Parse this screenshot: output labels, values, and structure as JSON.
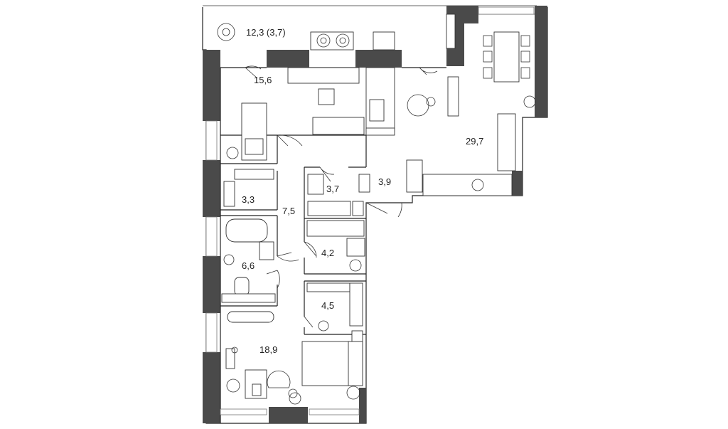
{
  "plan": {
    "rooms": [
      {
        "id": "balcony",
        "label": "12,3 (3,7)"
      },
      {
        "id": "bedroom-left",
        "label": "15,6"
      },
      {
        "id": "living-kitchen",
        "label": "29,7"
      },
      {
        "id": "wardrobe-small",
        "label": "3,3"
      },
      {
        "id": "hall",
        "label": "7,5"
      },
      {
        "id": "wc",
        "label": "3,7"
      },
      {
        "id": "entry",
        "label": "3,9"
      },
      {
        "id": "bathroom",
        "label": "6,6"
      },
      {
        "id": "storage",
        "label": "4,2"
      },
      {
        "id": "wardrobe-large",
        "label": "4,5"
      },
      {
        "id": "master-bedroom",
        "label": "18,9"
      }
    ],
    "colors": {
      "wall": "#4a4a4a",
      "line": "#222222",
      "background": "#ffffff"
    }
  }
}
